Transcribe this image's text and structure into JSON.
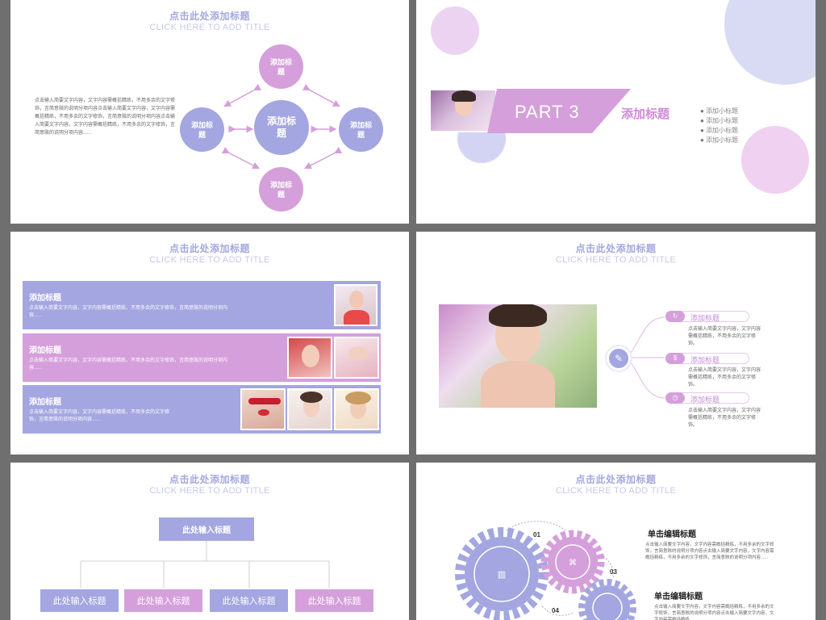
{
  "slides": {
    "s1": {
      "title": "点击此处添加标题",
      "subtitle": "CLICK HERE TO ADD TITLE",
      "paragraph": "点击输入简要文字内容，文字内容需概括精练，不用多余的文字修饰，言简意赅的说明分项内容点击输入简要文字内容，文字内容需概括精练，不用多余的文字修饰，言简意赅的说明分项内容点击输入简要文字内容，文字内容需概括精练，不用多余的文字修饰，言简意赅的说明分项内容......",
      "center_label": "添加标题",
      "top_label": "添加标题",
      "left_label": "添加标题",
      "right_label": "添加标题",
      "bottom_label": "添加标题"
    },
    "s2": {
      "part": "PART 3",
      "heading": "添加标题",
      "bullets": [
        "添加小标题",
        "添加小标题",
        "添加小标题",
        "添加小标题"
      ]
    },
    "s3": {
      "title": "点击此处添加标题",
      "subtitle": "CLICK HERE TO ADD TITLE",
      "bands": [
        {
          "title": "添加标题",
          "text": "点击输入简要文字内容，文字内容需概括精练，不用多余的文字修饰，言简意赅的说明分项内容......"
        },
        {
          "title": "添加标题",
          "text": "点击输入简要文字内容，文字内容需概括精练，不用多余的文字修饰，言简意赅的说明分项内容......"
        },
        {
          "title": "添加标题",
          "text": "点击输入简要文字内容，文字内容需概括精练，不用多余的文字修饰，言简意赅的说明分项内容......"
        }
      ]
    },
    "s4": {
      "title": "点击此处添加标题",
      "subtitle": "CLICK HERE TO ADD TITLE",
      "items": [
        {
          "label": "添加标题",
          "text": "点击输入简要文字内容，文字内容需概括精练，不用多余的文字修饰。"
        },
        {
          "label": "添加标题",
          "text": "点击输入简要文字内容，文字内容需概括精练，不用多余的文字修饰。"
        },
        {
          "label": "添加标题",
          "text": "点击输入简要文字内容，文字内容需概括精练，不用多余的文字修饰。"
        }
      ]
    },
    "s5": {
      "title": "点击此处添加标题",
      "subtitle": "CLICK HERE TO ADD TITLE",
      "root": "此处输入标题",
      "children": [
        "此处输入标题",
        "此处输入标题",
        "此处输入标题",
        "此处输入标题"
      ]
    },
    "s6": {
      "title": "点击此处添加标题",
      "subtitle": "CLICK HERE TO ADD TITLE",
      "numbers": [
        "01",
        "03",
        "04"
      ],
      "heading1": "单击编辑标题",
      "text1": "点击输入简要文字内容，文字内容需概括精练，不用多余的文字修饰，言简意赅的说明分项内容点击输入简要文字内容，文字内容需概括精练，不用多余的文字修饰，言简意赅的说明分项内容......",
      "heading2": "单击编辑标题",
      "text2": "点击输入简要文字内容，文字内容需概括精练，不用多余的文字修饰，言简意赅的说明分项内容点击输入简要文字内容，文字内容需概括精练"
    }
  },
  "colors": {
    "purple": "#a3a6e0",
    "pink": "#d59fdb",
    "background": "#6f6f6f"
  }
}
